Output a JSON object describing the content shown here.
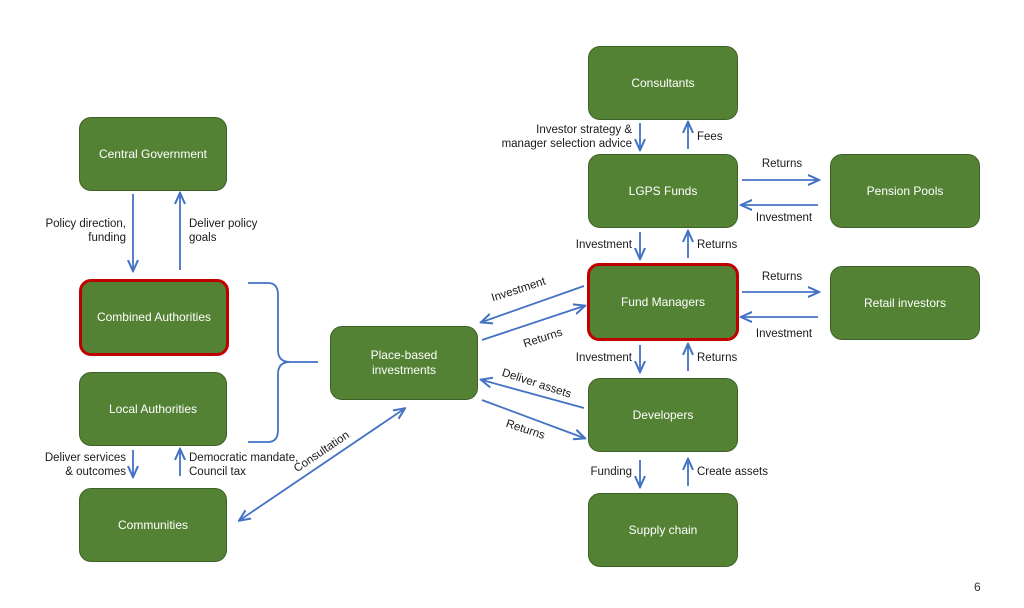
{
  "nodes": {
    "central_government": "Central Government",
    "combined_authorities": "Combined Authorities",
    "local_authorities": "Local Authorities",
    "communities": "Communities",
    "place_based_investments": "Place-based\ninvestments",
    "consultants": "Consultants",
    "lgps_funds": "LGPS Funds",
    "pension_pools": "Pension Pools",
    "fund_managers": "Fund Managers",
    "retail_investors": "Retail investors",
    "developers": "Developers",
    "supply_chain": "Supply chain"
  },
  "edges": {
    "policy_direction": "Policy direction,\nfunding",
    "deliver_policy_goals": "Deliver policy\ngoals",
    "deliver_services": "Deliver services\n& outcomes",
    "democratic_mandate": "Democratic mandate,\nCouncil tax",
    "consultation": "Consultation",
    "investor_strategy": "Investor strategy &\nmanager selection advice",
    "fees": "Fees",
    "lgps_returns": "Returns",
    "lgps_investment": "Investment",
    "fm_investment": "Investment",
    "fm_returns": "Returns",
    "retail_returns": "Returns",
    "retail_investment": "Investment",
    "fm_place_investment": "Investment",
    "fm_place_returns": "Returns",
    "fm_dev_investment": "Investment",
    "fm_dev_returns": "Returns",
    "deliver_assets": "Deliver assets",
    "dev_place_returns": "Returns",
    "funding": "Funding",
    "create_assets": "Create assets"
  },
  "highlighted_nodes": [
    "combined_authorities",
    "fund_managers"
  ],
  "colors": {
    "node_fill": "#548235",
    "arrow": "#4472c4",
    "highlight": "#c00000"
  },
  "page_number": "6"
}
